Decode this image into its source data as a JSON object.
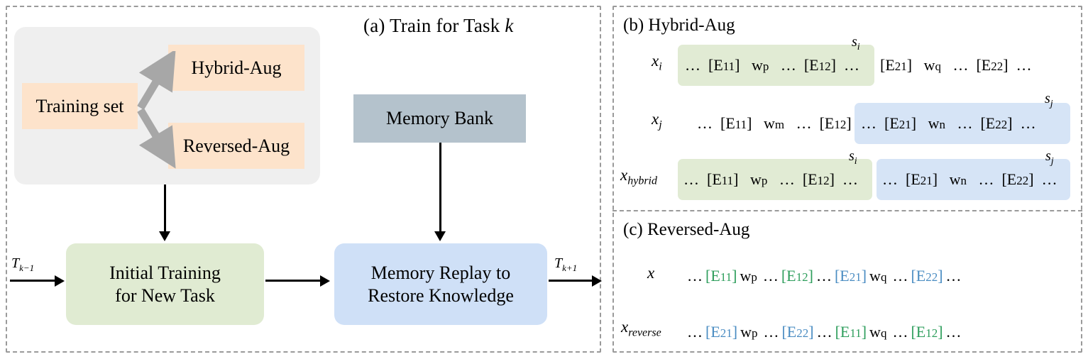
{
  "figure": {
    "panels": {
      "a": {
        "title_prefix": "(a) Train for Task ",
        "title_italic": "k",
        "training_set": "Training set",
        "hybrid_aug": "Hybrid-Aug",
        "reversed_aug": "Reversed-Aug",
        "memory_bank": "Memory Bank",
        "initial_training_line1": "Initial Training",
        "initial_training_line2": "for New Task",
        "memory_replay_line1": "Memory Replay to",
        "memory_replay_line2": "Restore Knowledge",
        "input_label": "T",
        "input_sub": "k−1",
        "output_label": "T",
        "output_sub": "k+1"
      },
      "b": {
        "title": "(b) Hybrid-Aug",
        "rows": [
          {
            "label": "x",
            "label_sub": "i",
            "highlight": "green",
            "span_marker": "s",
            "span_marker_sub": "i",
            "tokens_highlighted": [
              "...",
              "[E",
              "11",
              "]",
              "w",
              "p",
              "...",
              "[E",
              "12",
              "]",
              "..."
            ],
            "tokens_plain": [
              "[E",
              "21",
              "]",
              "w",
              "q",
              "...",
              "[E",
              "22",
              "]",
              "..."
            ]
          },
          {
            "label": "x",
            "label_sub": "j",
            "highlight": "blue",
            "span_marker": "s",
            "span_marker_sub": "j",
            "tokens_plain": [
              "...",
              "[E",
              "11",
              "]",
              "w",
              "m",
              "...",
              "[E",
              "12",
              "]"
            ],
            "tokens_highlighted": [
              "...",
              "[E",
              "21",
              "]",
              "w",
              "n",
              "...",
              "[E",
              "22",
              "]",
              "..."
            ]
          },
          {
            "label": "x",
            "label_sub": "hybrid",
            "highlight": "both",
            "span_marker_left": "s",
            "span_marker_left_sub": "i",
            "span_marker_right": "s",
            "span_marker_right_sub": "j",
            "tokens_left": [
              "...",
              "[E",
              "11",
              "]",
              "w",
              "p",
              "...",
              "[E",
              "12",
              "]",
              "..."
            ],
            "tokens_right": [
              "...",
              "[E",
              "21",
              "]",
              "w",
              "n",
              "...",
              "[E",
              "22",
              "]",
              "..."
            ]
          }
        ]
      },
      "c": {
        "title": "(c) Reversed-Aug",
        "rows": [
          {
            "label": "x",
            "label_sub": "",
            "tokens": [
              "...",
              "[E11]",
              "wp",
              "...",
              "[E12]",
              "...",
              "[E21]",
              "wq",
              "...",
              "[E22]",
              "..."
            ],
            "token_colors": [
              "black",
              "green",
              "black",
              "black",
              "green",
              "black",
              "blue",
              "black",
              "black",
              "blue",
              "black"
            ]
          },
          {
            "label": "x",
            "label_sub": "reverse",
            "tokens": [
              "...",
              "[E21]",
              "wp",
              "...",
              "[E22]",
              "...",
              "[E11]",
              "wq",
              "...",
              "[E12]",
              "..."
            ],
            "token_colors": [
              "black",
              "blue",
              "black",
              "black",
              "blue",
              "black",
              "green",
              "black",
              "black",
              "green",
              "black"
            ]
          }
        ]
      }
    },
    "colors": {
      "orange_box": "#fde3cb",
      "gray_container": "#efefef",
      "memory_bank": "#b4c2cc",
      "green_box": "#e0ebd2",
      "blue_box": "#cfe0f7",
      "green_highlight": "#e1ebd4",
      "blue_highlight": "#d6e4f6",
      "green_text": "#2e9e5c",
      "blue_text": "#4a8cc2",
      "arrow_gray": "#a7a7a7",
      "dashed_border": "#9a9a9a"
    }
  }
}
